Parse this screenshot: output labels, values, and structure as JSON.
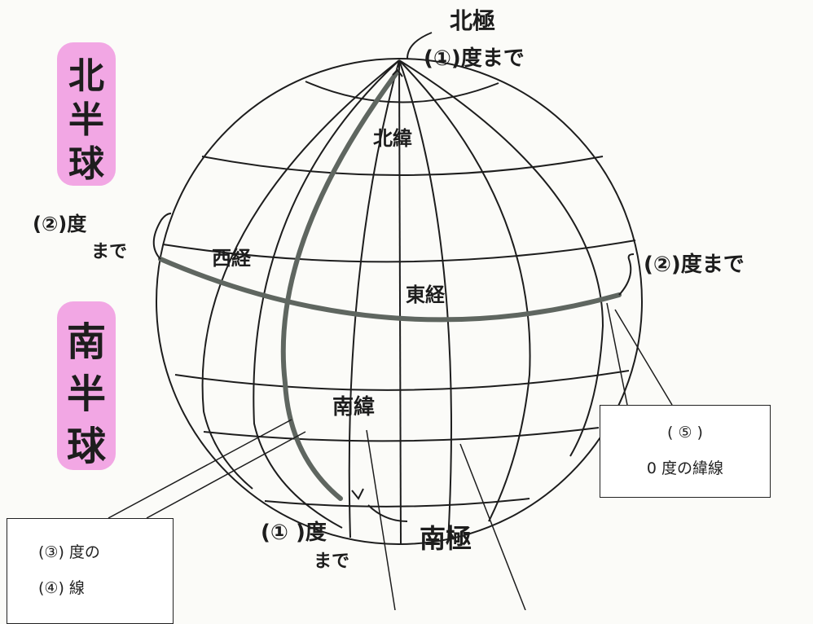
{
  "colors": {
    "ink": "#1d1d1d",
    "thick_line": "#5f6660",
    "highlight": "#f2a7e4",
    "box_border": "#222222"
  },
  "labels": {
    "north_pole": "北極",
    "south_pole": "南極",
    "north_pole_degrees": "(①)度まで",
    "south_pole_degrees_1": "(① )度",
    "south_pole_degrees_2": "まで",
    "north_hemisphere": [
      "北",
      "半",
      "球"
    ],
    "south_hemisphere": [
      "南",
      "半",
      "球"
    ],
    "west_degrees_1": "(②)度",
    "west_degrees_2": "まで",
    "east_degrees": "(②)度まで",
    "west_longitude": "西経",
    "east_longitude": "東経",
    "north_latitude": "北緯",
    "south_latitude": "南緯"
  },
  "boxes": {
    "meridian": {
      "line1": "(③) 度の",
      "line2": "(④) 線"
    },
    "equator": {
      "line1": "(  ⑤  )",
      "line2": "0 度の緯線"
    }
  }
}
